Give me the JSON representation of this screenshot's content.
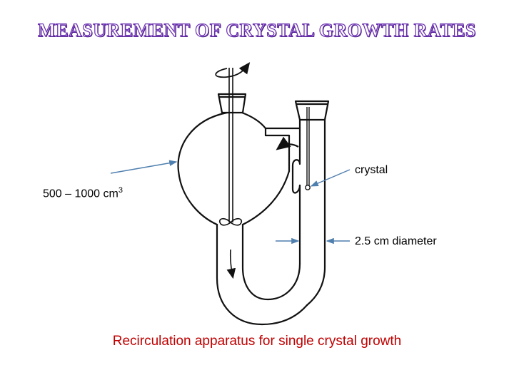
{
  "title": "MEASUREMENT OF CRYSTAL GROWTH RATES",
  "labels": {
    "volume": "500 – 1000 cm",
    "volume_superscript": "3",
    "crystal": "crystal",
    "diameter": "2.5 cm diameter"
  },
  "caption": "Recirculation apparatus for single crystal growth",
  "colors": {
    "title_fill": "#ffffff",
    "title_outline": "#6a2fb0",
    "caption": "#c00000",
    "pointer_arrow": "#4f7fae",
    "drawing": "#111111"
  }
}
